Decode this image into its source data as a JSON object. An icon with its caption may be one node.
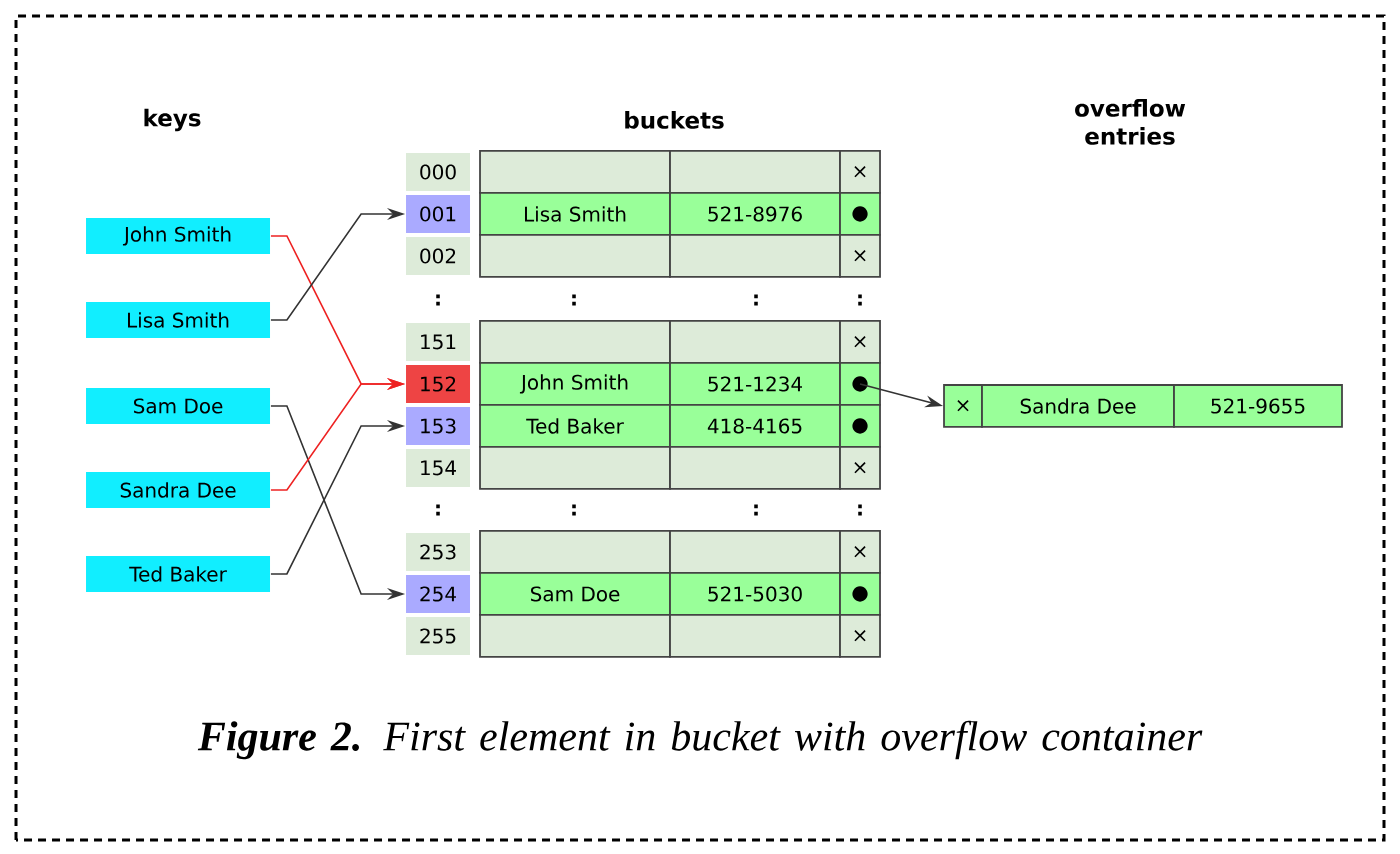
{
  "diagram": {
    "caption": "**Figure 2.** First element in bucket with overflow container",
    "nodes": [
      {
        "text": [
          "John Smith"
        ]
      },
      {
        "text": [
          "Lisa Smith"
        ]
      },
      {
        "text": [
          "Sam Doe"
        ]
      },
      {
        "text": [
          "Sandra Dee"
        ]
      },
      {
        "text": [
          "Ted Baker"
        ]
      },
      {
        "text": [
          "000"
        ]
      },
      {
        "text": [],
        "shape": "box"
      },
      {
        "text": [],
        "shape": "box"
      },
      {
        "text": [
          "×"
        ]
      },
      {
        "text": [
          "001"
        ]
      },
      {
        "text": [
          "Lisa Smith"
        ]
      },
      {
        "text": [
          "521-8976"
        ]
      },
      {
        "text": [
          "●"
        ]
      },
      {
        "text": [
          "002"
        ]
      },
      {
        "text": [],
        "shape": "box"
      },
      {
        "text": [],
        "shape": "box"
      },
      {
        "text": [
          "×"
        ]
      },
      {
        "text": [
          "151"
        ]
      },
      {
        "text": [],
        "shape": "box"
      },
      {
        "text": [],
        "shape": "box"
      },
      {
        "text": [
          "×"
        ]
      },
      {
        "text": [
          "152"
        ]
      },
      {
        "text": [
          "John Smith"
        ]
      },
      {
        "text": [
          "521-1234"
        ]
      },
      {
        "text": [
          "●"
        ]
      },
      {
        "text": [
          "153"
        ]
      },
      {
        "text": [
          "Ted Baker"
        ]
      },
      {
        "text": [
          "418-4165"
        ]
      },
      {
        "text": [
          "●"
        ]
      },
      {
        "text": [
          "154"
        ]
      },
      {
        "text": [],
        "shape": "box"
      },
      {
        "text": [],
        "shape": "box"
      },
      {
        "text": [
          "×"
        ]
      },
      {
        "text": [
          "253"
        ]
      },
      {
        "text": [],
        "shape": "box"
      },
      {
        "text": [],
        "shape": "box"
      },
      {
        "text": [
          "×"
        ]
      },
      {
        "text": [
          "254"
        ]
      },
      {
        "text": [
          "Sam Doe"
        ]
      },
      {
        "text": [
          "521-5030"
        ]
      },
      {
        "text": [
          "●"
        ]
      },
      {
        "text": [
          "255"
        ]
      },
      {
        "text": [],
        "shape": "box"
      },
      {
        "text": [],
        "shape": "box"
      },
      {
        "text": [
          "×"
        ]
      },
      {
        "text": [
          "×"
        ]
      },
      {
        "text": [
          "Sandra Dee"
        ]
      },
      {
        "text": [
          "521-9655"
        ]
      }
    ],
    "edges": [
      {
        "from": 0,
        "to": 21,
        "arrow": "to",
        "color": "#ee2222"
      },
      {
        "from": 1,
        "to": 9,
        "arrow": "to"
      },
      {
        "from": 2,
        "to": 37,
        "arrow": "to"
      },
      {
        "from": 3,
        "to": 21,
        "arrow": "to",
        "color": "#ee2222"
      },
      {
        "from": 4,
        "to": 25,
        "arrow": "to"
      },
      {
        "from": 24,
        "to": 45,
        "arrow": "to"
      }
    ],
    "labels": [
      "keys",
      "buckets",
      "overflow entries",
      ":",
      ":",
      ":",
      ":",
      ":",
      ":",
      ":",
      ":"
    ]
  }
}
